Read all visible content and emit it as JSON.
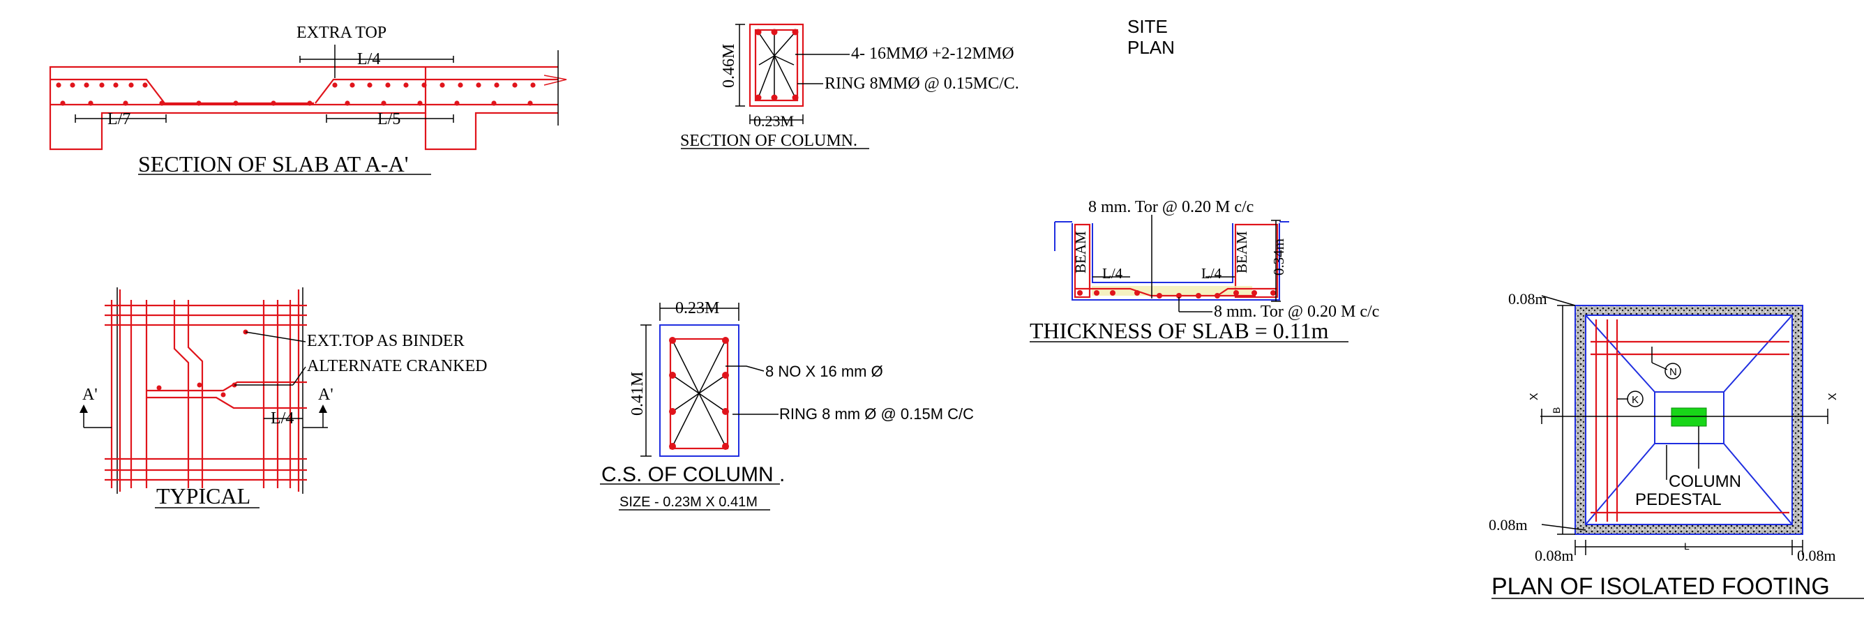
{
  "slab_section": {
    "extra_top": "EXTRA TOP",
    "dim_l4": "L/4",
    "dim_l7": "L/7",
    "dim_l5": "L/5",
    "title": "SECTION OF SLAB AT A-A'"
  },
  "column_section": {
    "height": "0.46M",
    "width": "0.23M",
    "bars": "4- 16MMØ +2-12MMØ",
    "ring": "RING 8MMØ @ 0.15MC/C.",
    "title": "SECTION OF COLUMN."
  },
  "site_plan": {
    "line1": "SITE",
    "line2": "PLAN"
  },
  "slab_thickness": {
    "top_rebar": "8 mm. Tor @ 0.20 M c/c",
    "beam_left": "BEAM",
    "beam_right": "BEAM",
    "dim_l4_left": "L/4",
    "dim_l4_right": "L/4",
    "depth": "0.34m",
    "bottom_rebar": "8 mm. Tor @ 0.20 M c/c",
    "title": "THICKNESS OF SLAB = 0.11m"
  },
  "typical": {
    "binder": "EXT.TOP AS BINDER",
    "cranked": "ALTERNATE CRANKED",
    "marker_left": "A'",
    "marker_right": "A'",
    "dim": "L/4",
    "title": "TYPICAL"
  },
  "cs_column": {
    "width": "0.23M",
    "height": "0.41M",
    "bars": "8 NO X 16 mm Ø",
    "ring": "RING 8 mm Ø @ 0.15M C/C",
    "title": "C.S. OF COLUMN .",
    "size": "SIZE - 0.23M X 0.41M"
  },
  "footing": {
    "dim_top": "0.08m",
    "dim_bottom": "0.08m",
    "dim_bl": "0.08m",
    "dim_br": "0.08m",
    "dim_b": "B",
    "dim_l": "L",
    "axis_left": "X",
    "axis_right": "X",
    "mark_n": "N",
    "mark_k": "K",
    "column": "COLUMN",
    "pedestal": "PEDESTAL",
    "title": "PLAN OF ISOLATED  FOOTING"
  },
  "colors": {
    "rebar": "#e0141b",
    "outline": "#1f2ee0",
    "column_fill": "#18d618"
  }
}
